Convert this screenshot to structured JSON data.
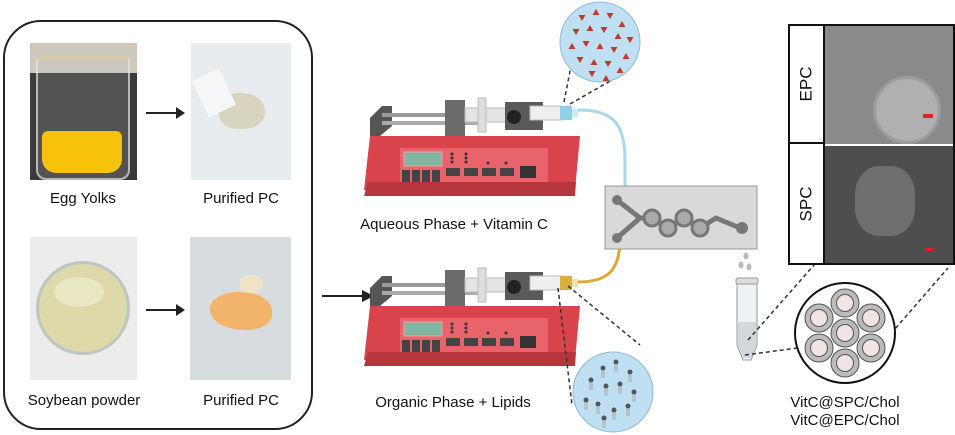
{
  "sources": {
    "egg": {
      "source_label": "Egg Yolks",
      "product_label": "Purified PC"
    },
    "soy": {
      "source_label": "Soybean powder",
      "product_label": "Purified PC"
    }
  },
  "pumps": {
    "aqueous": {
      "label": "Aqueous Phase + Vitamin C",
      "tubing_color": "#a9d8ea"
    },
    "organic": {
      "label": "Organic Phase + Lipids",
      "tubing_color": "#e0a830"
    }
  },
  "insets": {
    "vitamin_c": {
      "name": "vitamin-c-molecules",
      "particle_color": "#c0392b",
      "fill": "#bfe0f2"
    },
    "lipids": {
      "name": "lipid-molecules",
      "fill": "#bfe0f2"
    }
  },
  "microfluidic_chip": {
    "name": "microfluidic-chip",
    "fill": "#d9d9d9"
  },
  "tem_images": {
    "panels": [
      {
        "label": "EPC"
      },
      {
        "label": "SPC"
      }
    ]
  },
  "products": {
    "lines": [
      "VitC@SPC/Chol",
      "VitC@EPC/Chol"
    ]
  },
  "colors": {
    "pump_body": "#d9434b",
    "pump_panel": "#e8636a",
    "pump_display": "#7fb6a2"
  }
}
